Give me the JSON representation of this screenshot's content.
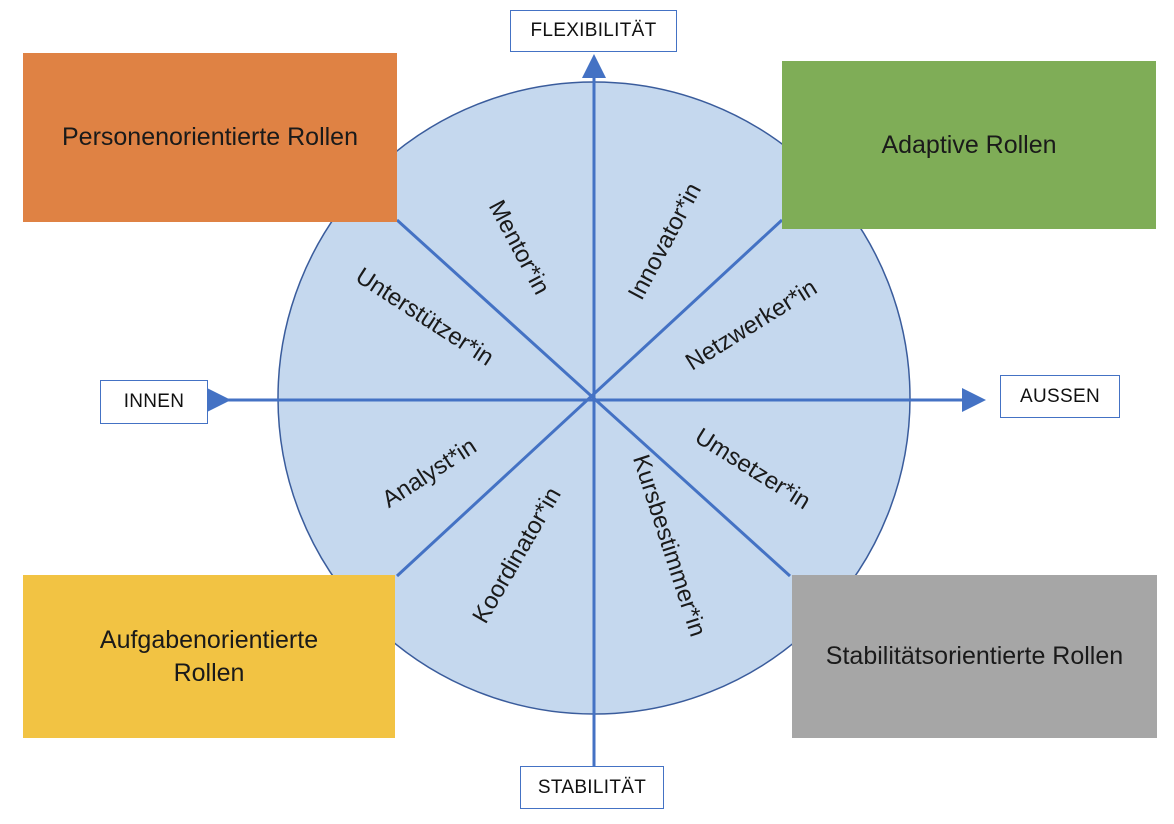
{
  "axes": {
    "top": "FLEXIBILITÄT",
    "bottom": "STABILITÄT",
    "left": "INNEN",
    "right": "AUSSEN"
  },
  "quadrants": {
    "top_left": {
      "label": "Personenorientierte Rollen",
      "color": "#df8244"
    },
    "top_right": {
      "label": "Adaptive Rollen",
      "color": "#7fad57"
    },
    "bottom_left": {
      "label": "Aufgabenorientierte Rollen",
      "color": "#f2c343"
    },
    "bottom_right": {
      "label": "Stabilitätsorientierte Rollen",
      "color": "#a6a6a6"
    }
  },
  "roles": {
    "mentor": "Mentor*in",
    "innovator": "Innovator*in",
    "netzwerker": "Netzwerker*in",
    "umsetzer": "Umsetzer*in",
    "kursbestimmer": "Kursbestimmer*in",
    "koordinator": "Koordinator*in",
    "analyst": "Analyst*in",
    "unterstuetzer": "Unterstützer*in"
  },
  "colors": {
    "circle_fill": "#c5d8ee",
    "circle_stroke": "#3a5c9c",
    "axis": "#4472c4"
  }
}
